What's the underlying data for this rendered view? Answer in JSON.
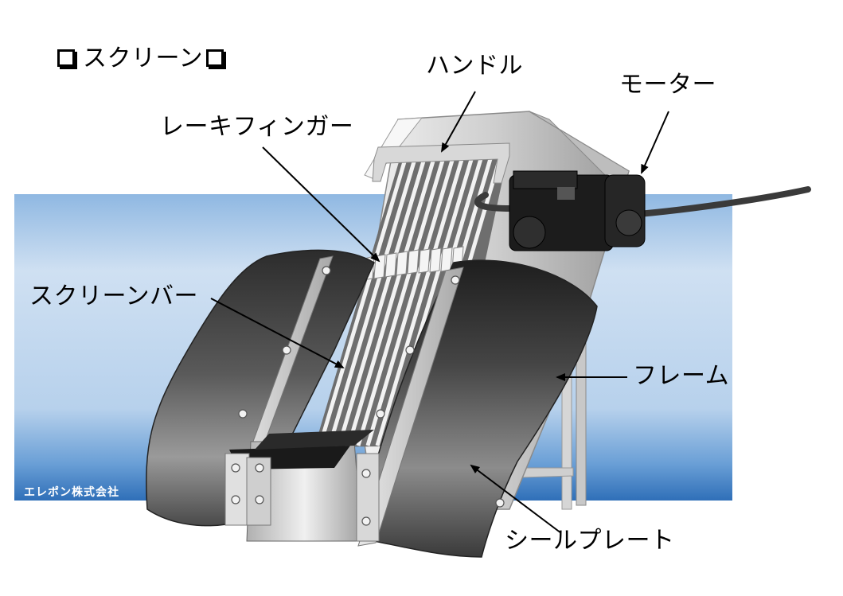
{
  "heading": "スクリーン",
  "company": "エレポン株式会社",
  "labels": {
    "handle": "ハンドル",
    "motor": "モーター",
    "rake_finger": "レーキフィンガー",
    "screen_bar": "スクリーンバー",
    "frame": "フレーム",
    "seal_plate": "シールプレート"
  },
  "colors": {
    "background_band_top": "#8fb8e2",
    "background_band_mid": "#cfe0f2",
    "background_band_bottom": "#2f6fb8",
    "seal_plate": "#3a3a3a",
    "frame": "#d9d9d9",
    "motor": "#1a1a1a"
  }
}
